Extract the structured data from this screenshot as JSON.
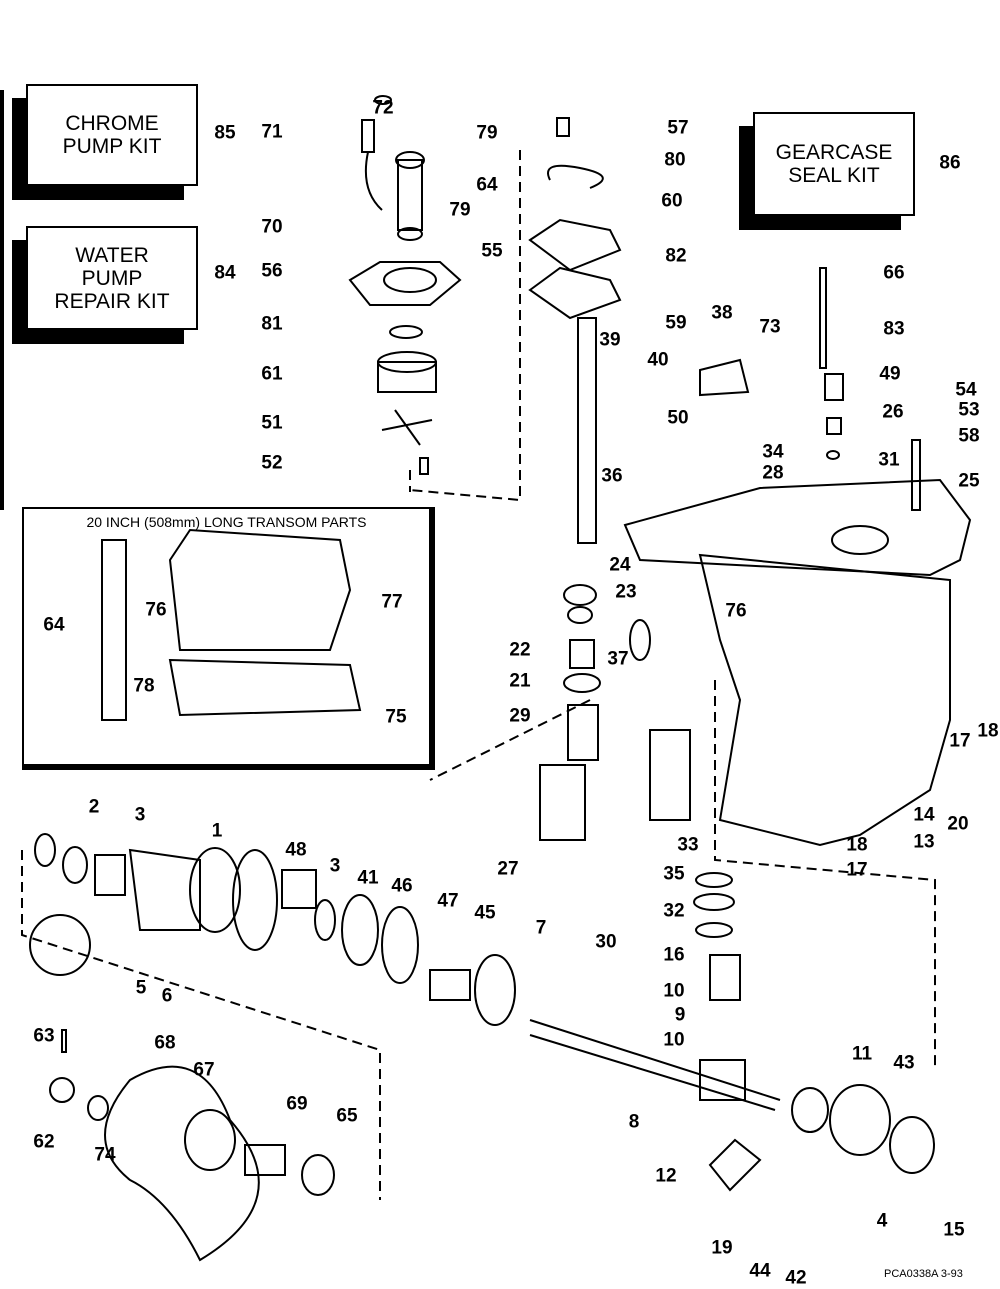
{
  "kits": {
    "chrome_pump": "CHROME PUMP KIT",
    "water_pump": "WATER PUMP REPAIR KIT",
    "gearcase_seal": "GEARCASE SEAL KIT"
  },
  "inset_title": "20 INCH (508mm) LONG TRANSOM PARTS",
  "drawing_code": "PCA0338A   3-93",
  "labels": [
    "72",
    "71",
    "79",
    "64",
    "79",
    "70",
    "55",
    "56",
    "81",
    "61",
    "51",
    "52",
    "57",
    "80",
    "60",
    "82",
    "59",
    "38",
    "39",
    "40",
    "50",
    "36",
    "66",
    "73",
    "83",
    "49",
    "54",
    "26",
    "53",
    "58",
    "34",
    "31",
    "28",
    "25",
    "85",
    "84",
    "86",
    "64",
    "76",
    "77",
    "78",
    "75",
    "24",
    "23",
    "76",
    "22",
    "37",
    "21",
    "29",
    "17",
    "18",
    "20",
    "14",
    "13",
    "18",
    "17",
    "27",
    "2",
    "3",
    "1",
    "48",
    "3",
    "41",
    "46",
    "47",
    "45",
    "7",
    "33",
    "35",
    "32",
    "30",
    "16",
    "10",
    "9",
    "10",
    "5",
    "6",
    "63",
    "68",
    "67",
    "62",
    "74",
    "69",
    "65",
    "8",
    "11",
    "43",
    "12",
    "4",
    "15",
    "19",
    "44",
    "42"
  ]
}
